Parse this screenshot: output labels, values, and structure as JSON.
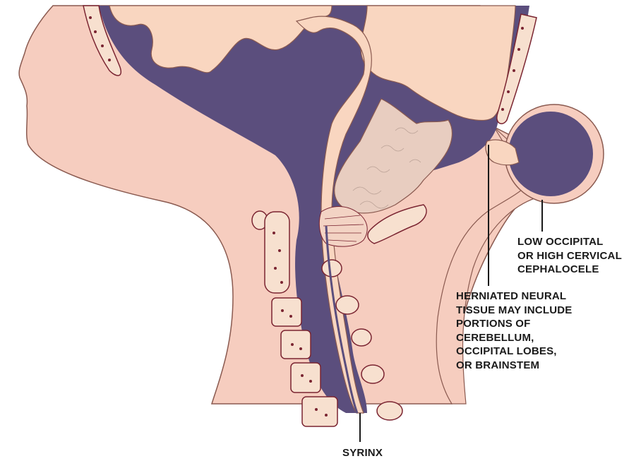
{
  "labels": {
    "cephalocele": [
      "LOW OCCIPITAL",
      "OR HIGH CERVICAL",
      "CEPHALOCELE"
    ],
    "herniated": [
      "HERNIATED NEURAL",
      "TISSUE MAY INCLUDE",
      "PORTIONS OF",
      "CEREBELLUM,",
      "OCCIPITAL LOBES,",
      "OR BRAINSTEM"
    ],
    "syrinx": "SYRINX"
  },
  "colors": {
    "skin": "#f6cdbf",
    "skin_outline": "#8a5a50",
    "csf": "#5b4e7d",
    "brain": "#f9d6c0",
    "bone": "#f7e0cf",
    "bone_marrow": "#7a2431",
    "cerebellum": "#e8cdc0",
    "leader": "#1a1a1a"
  }
}
